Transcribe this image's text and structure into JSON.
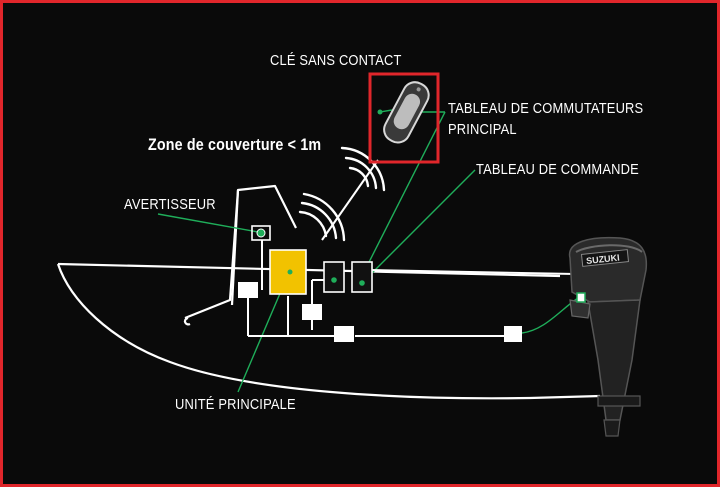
{
  "labels": {
    "cle": "CLÉ SANS CONTACT",
    "tableau_commutateurs_l1": "TABLEAU DE COMMUTATEURS",
    "tableau_commutateurs_l2": "PRINCIPAL",
    "zone": "Zone de couverture < 1m",
    "tableau_commande": "TABLEAU DE COMMANDE",
    "avertisseur": "AVERTISSEUR",
    "unite": "UNITÉ PRINCIPALE",
    "suzuki": "SUZUKI"
  },
  "colors": {
    "frame_border": "#e0262b",
    "key_box_border": "#e0262b",
    "leader_line": "#1fae5a",
    "unit_fill": "#f2c200",
    "outline": "#ffffff"
  },
  "icons": [
    "key-fob-icon",
    "horn-icon",
    "signal-wave-icon",
    "outboard-motor-icon"
  ]
}
